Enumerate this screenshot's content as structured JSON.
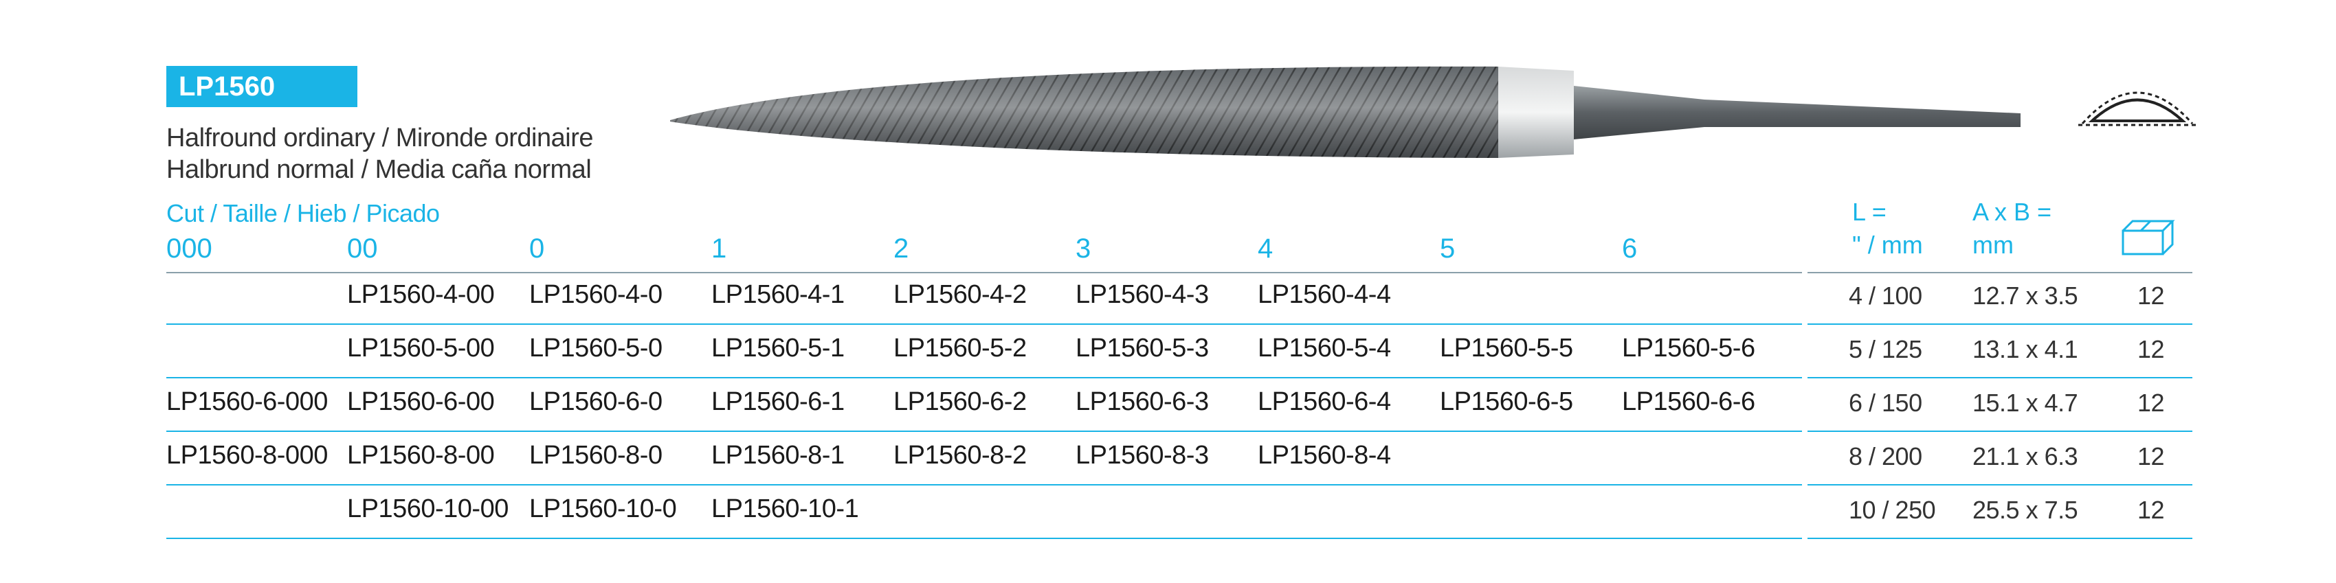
{
  "product": {
    "code": "LP1560",
    "desc_1": "Halfround ordinary / Mironde ordinaire",
    "desc_2": "Halbrund normal / Media caña normal"
  },
  "cut": {
    "title": "Cut / Taille / Hieb / Picado",
    "columns": [
      "000",
      "00",
      "0",
      "1",
      "2",
      "3",
      "4",
      "5",
      "6"
    ]
  },
  "rows": [
    [
      "",
      "LP1560-4-00",
      "LP1560-4-0",
      "LP1560-4-1",
      "LP1560-4-2",
      "LP1560-4-3",
      "LP1560-4-4",
      "",
      ""
    ],
    [
      "",
      "LP1560-5-00",
      "LP1560-5-0",
      "LP1560-5-1",
      "LP1560-5-2",
      "LP1560-5-3",
      "LP1560-5-4",
      "LP1560-5-5",
      "LP1560-5-6"
    ],
    [
      "LP1560-6-000",
      "LP1560-6-00",
      "LP1560-6-0",
      "LP1560-6-1",
      "LP1560-6-2",
      "LP1560-6-3",
      "LP1560-6-4",
      "LP1560-6-5",
      "LP1560-6-6"
    ],
    [
      "LP1560-8-000",
      "LP1560-8-00",
      "LP1560-8-0",
      "LP1560-8-1",
      "LP1560-8-2",
      "LP1560-8-3",
      "LP1560-8-4",
      "",
      ""
    ],
    [
      "",
      "LP1560-10-00",
      "LP1560-10-0",
      "LP1560-10-1",
      "",
      "",
      "",
      "",
      ""
    ]
  ],
  "specs": {
    "headers": {
      "length_1": "L =",
      "length_2": "\" / mm",
      "size_1": "A x B =",
      "size_2": "mm"
    },
    "rows": [
      [
        "4 / 100",
        "12.7 x 3.5",
        "12"
      ],
      [
        "5 / 125",
        "13.1 x 4.1",
        "12"
      ],
      [
        "6 / 150",
        "15.1 x 4.7",
        "12"
      ],
      [
        "8 / 200",
        "21.1 x 6.3",
        "12"
      ],
      [
        "10 / 250",
        "25.5 x 7.5",
        "12"
      ]
    ]
  },
  "icons": {
    "file": "halfround-file-icon",
    "cross_section": "halfround-cross-section-icon",
    "package": "package-box-icon"
  },
  "colors": {
    "accent": "#1ab4e6",
    "text": "#1a1a1a",
    "steel": "#6f7478"
  }
}
